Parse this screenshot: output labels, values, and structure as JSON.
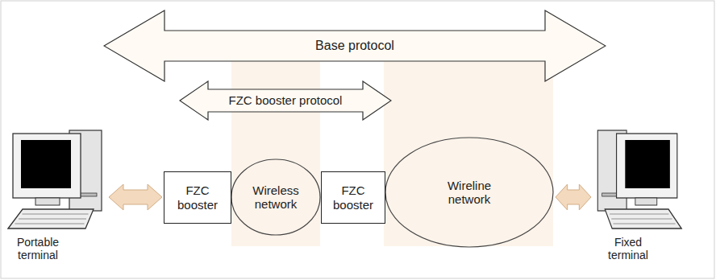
{
  "diagram": {
    "nodes": [
      {
        "text": [
          "Base protocol"
        ]
      },
      {
        "text": [
          "FZC booster protocol"
        ]
      },
      {
        "text": [
          "Portable terminal"
        ]
      },
      {
        "text": [
          "FZC booster"
        ]
      },
      {
        "text": [
          "Wireless network"
        ]
      },
      {
        "text": [
          "FZC booster"
        ]
      },
      {
        "text": [
          "Wireline network"
        ]
      },
      {
        "text": [
          "Fixed terminal"
        ]
      }
    ],
    "edges": [
      {
        "from": 2,
        "to": 3,
        "arrow": "both"
      },
      {
        "from": 6,
        "to": 7,
        "arrow": "both"
      }
    ]
  }
}
